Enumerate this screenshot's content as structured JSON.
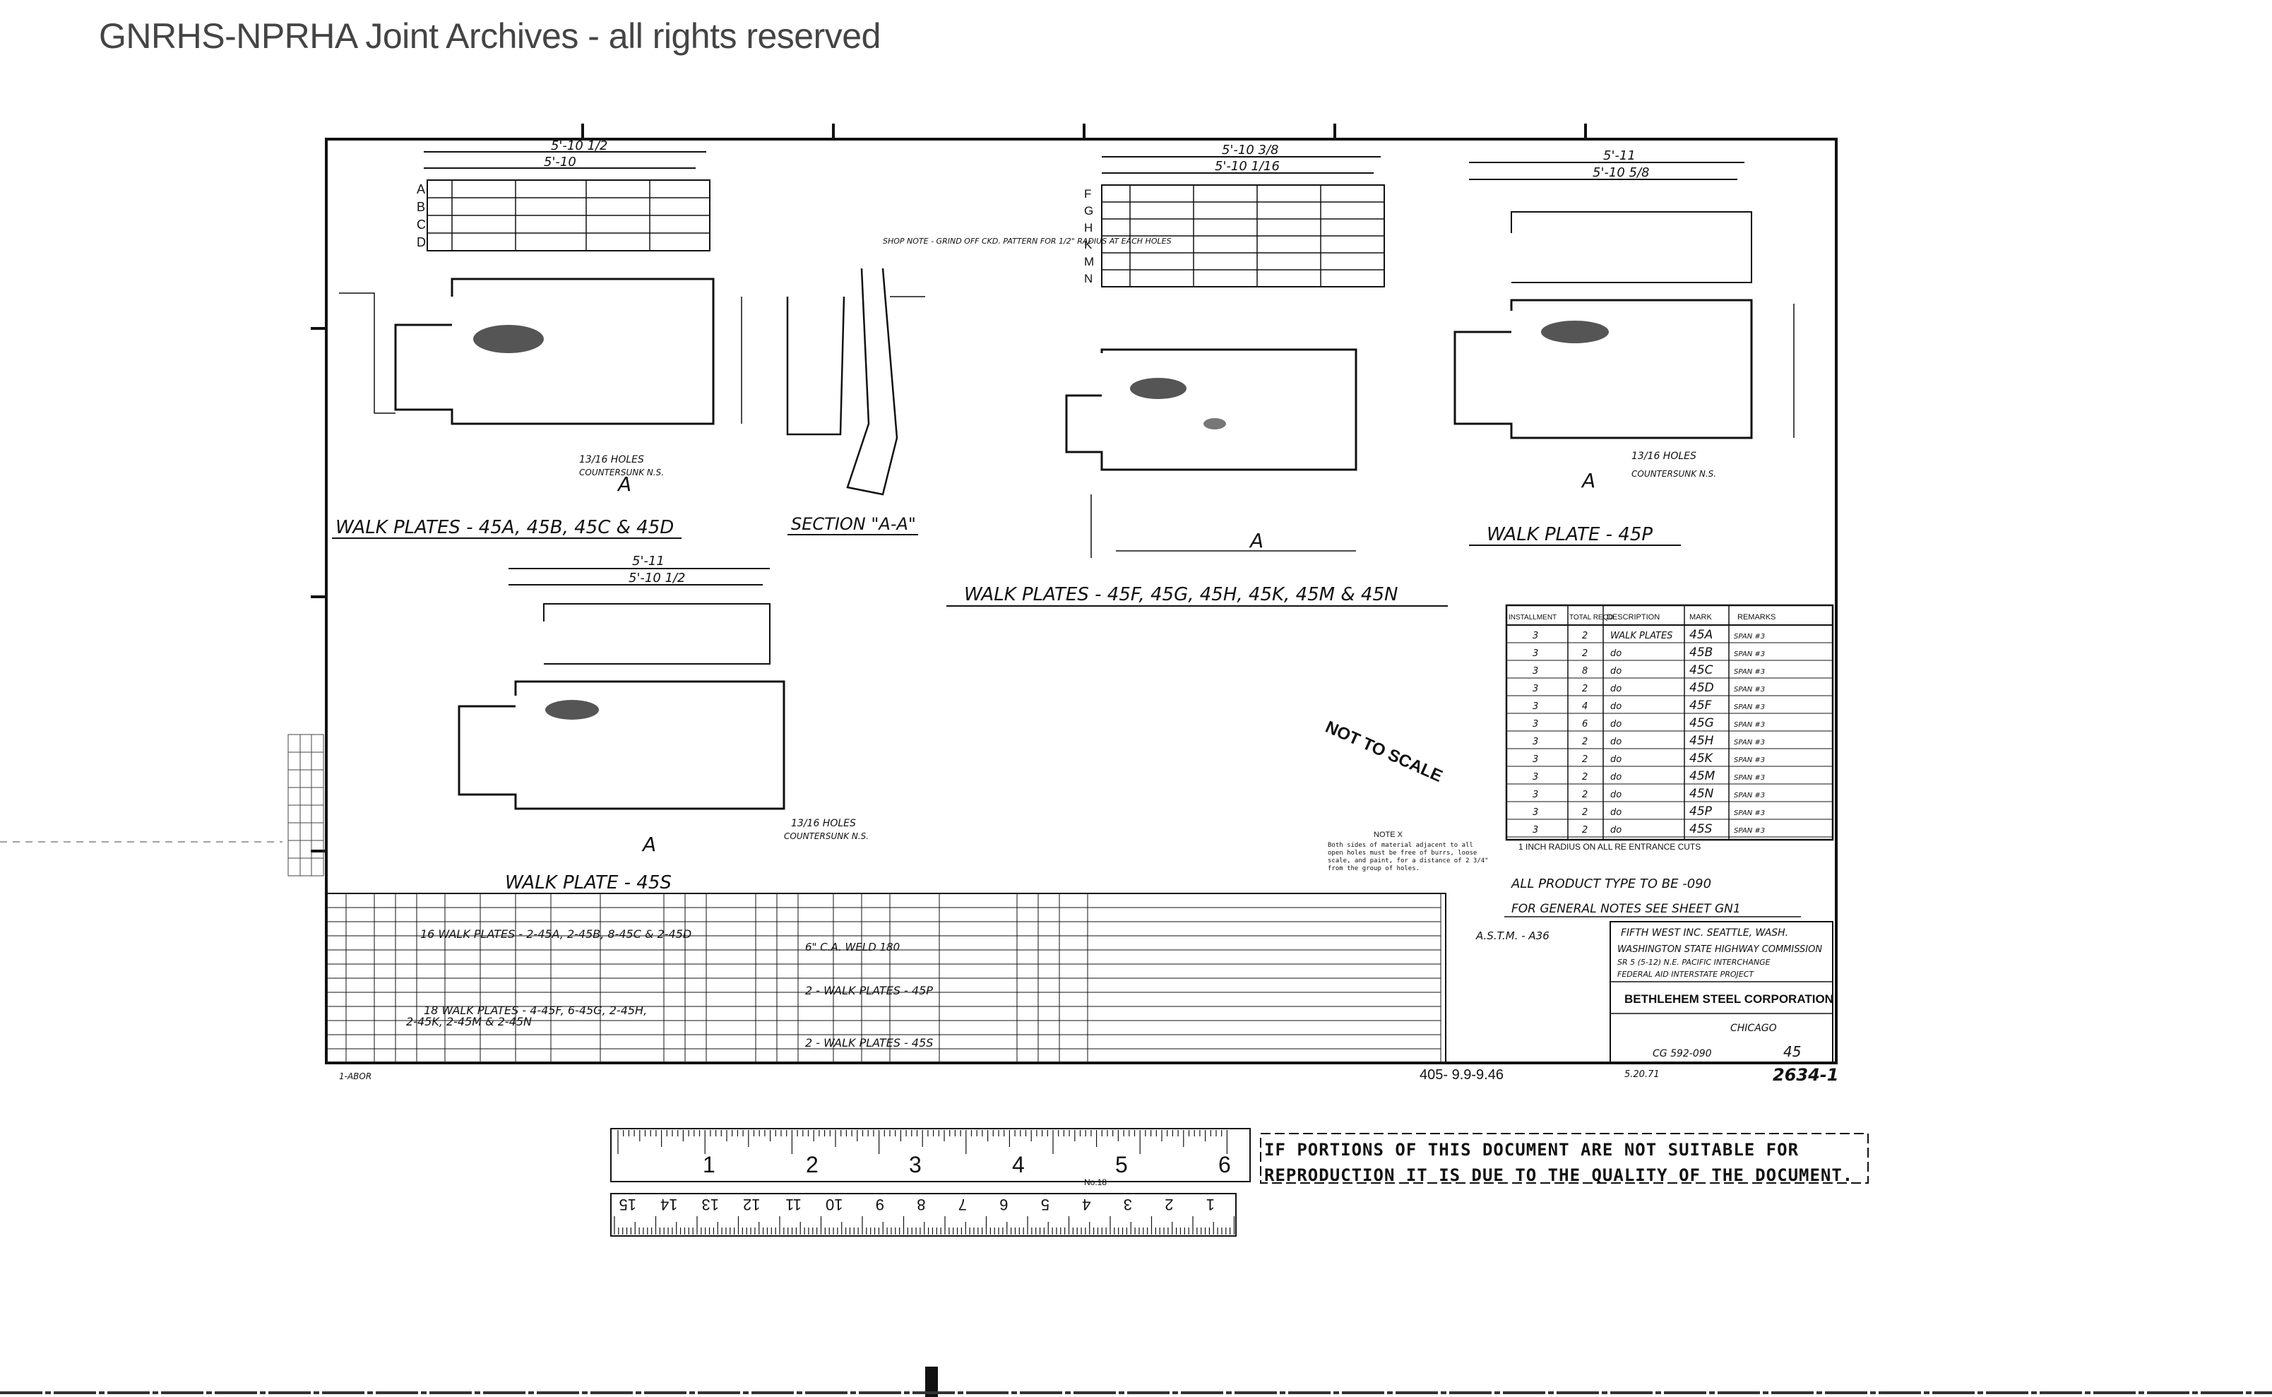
{
  "header": {
    "archive_title": "GNRHS-NPRHA Joint Archives - all rights reserved"
  },
  "drawing": {
    "views": {
      "v1_title": "WALK PLATES - 45A, 45B, 45C & 45D",
      "v1_rows": [
        "A",
        "B",
        "C",
        "D"
      ],
      "v1_dim_top": "5'-10 1/2",
      "v1_dim_sub": "5'-10",
      "v2_title": "SECTION \"A-A\"",
      "v2_note": "SHOP NOTE - GRIND OFF CKD. PATTERN FOR 1/2\" RADIUS AT EACH HOLES",
      "v3_title": "WALK PLATES - 45F, 45G, 45H, 45K, 45M & 45N",
      "v3_rows": [
        "F",
        "G",
        "H",
        "K",
        "M",
        "N"
      ],
      "v3_dim_top": "5'-10 3/8",
      "v3_dim_sub": "5'-10 1/16",
      "v4_title": "WALK PLATE - 45P",
      "v4_dim_top": "5'-11",
      "v4_dim_sub": "5'-10 5/8",
      "v5_title": "WALK PLATE - 45S",
      "v5_dim_top": "5'-11",
      "v5_dim_sub": "5'-10 1/2",
      "section_mark": "A",
      "holes_label": "13/16 HOLES",
      "countersunk": "COUNTERSUNK N.S.",
      "not_to_scale": "NOT TO SCALE",
      "note_x_title": "NOTE X",
      "note_x_text": "Both sides of material adjacent to all open holes must be free of burrs, loose scale, and paint, for a distance of 2 3/4\" from the group of holes.",
      "radius_note": "1 INCH RADIUS ON ALL RE ENTRANCE CUTS",
      "product_note": "ALL PRODUCT TYPE TO BE -090",
      "general_notes": "FOR GENERAL NOTES SEE SHEET GN1"
    },
    "schedule": {
      "headers": [
        "INSTALLMENT",
        "TOTAL REQD",
        "DESCRIPTION",
        "MARK",
        "REMARKS"
      ],
      "rows": [
        [
          "3",
          "2",
          "WALK PLATES",
          "45A",
          "SPAN #3"
        ],
        [
          "3",
          "2",
          "do",
          "45B",
          "SPAN #3"
        ],
        [
          "3",
          "8",
          "do",
          "45C",
          "SPAN #3"
        ],
        [
          "3",
          "2",
          "do",
          "45D",
          "SPAN #3"
        ],
        [
          "3",
          "4",
          "do",
          "45F",
          "SPAN #3"
        ],
        [
          "3",
          "6",
          "do",
          "45G",
          "SPAN #3"
        ],
        [
          "3",
          "2",
          "do",
          "45H",
          "SPAN #3"
        ],
        [
          "3",
          "2",
          "do",
          "45K",
          "SPAN #3"
        ],
        [
          "3",
          "2",
          "do",
          "45M",
          "SPAN #3"
        ],
        [
          "3",
          "2",
          "do",
          "45N",
          "SPAN #3"
        ],
        [
          "3",
          "2",
          "do",
          "45P",
          "SPAN #3"
        ],
        [
          "3",
          "2",
          "do",
          "45S",
          "SPAN #3"
        ]
      ]
    },
    "bill": {
      "line1": "16 WALK PLATES - 2-45A, 2-45B, 8-45C & 2-45D",
      "line2": "18 WALK PLATES - 4-45F, 6-45G, 2-45H,",
      "line3": "2-45K, 2-45M & 2-45N",
      "line4": "2 - WALK PLATES - 45P",
      "line5": "2 - WALK PLATES - 45S",
      "line6": "6\" C.A. WELD 180"
    },
    "title_block": {
      "line1": "FIFTH WEST INC. SEATTLE, WASH.",
      "line2": "WASHINGTON STATE HIGHWAY COMMISSION",
      "line3": "SR 5 (5-12) N.E. PACIFIC INTERCHANGE",
      "line4": "FEDERAL AID INTERSTATE PROJECT",
      "company": "BETHLEHEM STEEL CORPORATION",
      "city": "CHICAGO",
      "contract": "CG 592-090",
      "sheet": "45",
      "spec": "A.S.T.M. - A36",
      "dwg_no": "2634-1",
      "ref_no": "405- 9.9-9.46",
      "init": "5.20.71",
      "corner": "1-ABOR"
    }
  },
  "ruler": {
    "top_numbers": [
      "1",
      "2",
      "3",
      "4",
      "5",
      "6"
    ],
    "bottom_numbers": [
      "15",
      "14",
      "13",
      "12",
      "11",
      "10",
      "9",
      "8",
      "7",
      "6",
      "5",
      "4",
      "3",
      "2",
      "1"
    ],
    "model": "No.18"
  },
  "notice": {
    "text": "IF PORTIONS OF THIS DOCUMENT ARE NOT SUITABLE FOR REPRODUCTION IT IS DUE TO THE QUALITY OF THE DOCUMENT."
  },
  "colors": {
    "ink": "#111111",
    "paper": "#ffffff",
    "header": "#444444"
  }
}
